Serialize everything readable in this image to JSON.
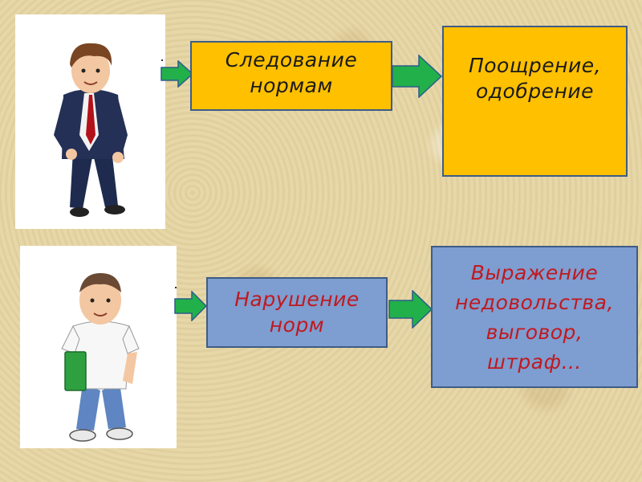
{
  "diagram": {
    "top_row": {
      "person": "businessman-figure",
      "action_box": {
        "line1": "Следование",
        "line2": "нормам"
      },
      "result_box": {
        "line1": "Поощрение,",
        "line2": "одобрение"
      }
    },
    "bottom_row": {
      "person": "casual-figure",
      "action_box": {
        "line1": "Нарушение",
        "line2": "норм"
      },
      "result_box": {
        "line1": "Выражение",
        "line2": "недовольства,",
        "line3": "выговор,",
        "line4": "штраф…"
      }
    }
  },
  "colors": {
    "arrow_green": "#22b04a",
    "yellow_box": "#ffc000",
    "blue_box": "#7e9dd0",
    "border": "#3e5c86",
    "red_text": "#c0191f"
  }
}
